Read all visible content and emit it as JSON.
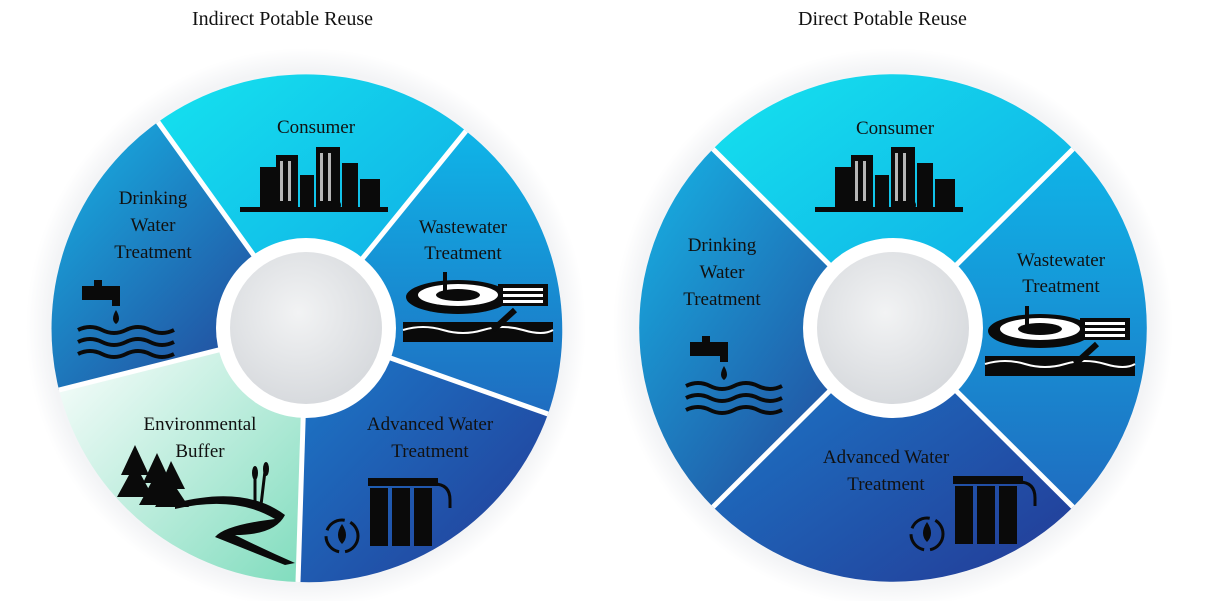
{
  "left": {
    "title": "Indirect Potable Reuse",
    "segments": {
      "consumer": "Consumer",
      "wastewater": [
        "Wastewater",
        "Treatment"
      ],
      "advanced": [
        "Advanced Water",
        "Treatment"
      ],
      "environmental": [
        "Environmental",
        "Buffer"
      ],
      "drinking": [
        "Drinking",
        "Water",
        "Treatment"
      ]
    }
  },
  "right": {
    "title": "Direct Potable Reuse",
    "segments": {
      "consumer": "Consumer",
      "wastewater": [
        "Wastewater",
        "Treatment"
      ],
      "advanced": [
        "Advanced Water",
        "Treatment"
      ],
      "drinking": [
        "Drinking",
        "Water",
        "Treatment"
      ]
    }
  },
  "colors": {
    "cyan": "#12d6ee",
    "blue": "#1789c9",
    "navy": "#1f3a8f",
    "buffer": "#b5ecd8",
    "ring": "#eceef1",
    "icon": "#0a0a0a"
  },
  "icons": [
    "city-icon",
    "wastewater-plant-icon",
    "water-filter-icon",
    "forest-river-icon",
    "faucet-water-icon"
  ]
}
